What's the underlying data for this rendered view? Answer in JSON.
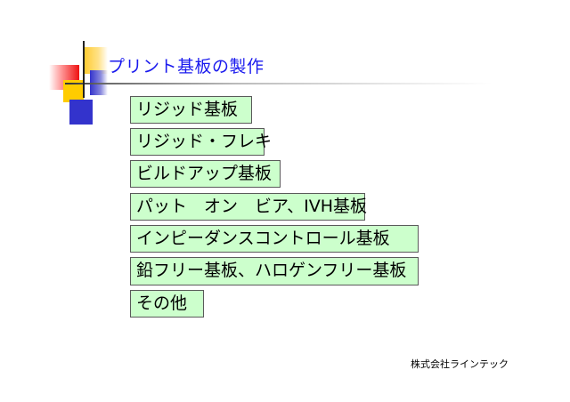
{
  "slide": {
    "title": "プリント基板の製作",
    "items": [
      {
        "label": "リジッド基板"
      },
      {
        "label": "リジッド・フレキ"
      },
      {
        "label": "ビルドアップ基板"
      },
      {
        "label": "パット　オン　ビア、IVH基板"
      },
      {
        "label": "インピーダンスコントロール基板"
      },
      {
        "label": "鉛フリー基板、ハロゲンフリー基板"
      },
      {
        "label": "その他"
      }
    ],
    "footer": "株式会社ラインテック",
    "colors": {
      "title": "#1a1aee",
      "box_fill": "#ccffcc",
      "box_border": "#5a5a5a",
      "accent_red": "#ee1111",
      "accent_yellow": "#ffcc00",
      "accent_blue": "#3333cc"
    }
  }
}
